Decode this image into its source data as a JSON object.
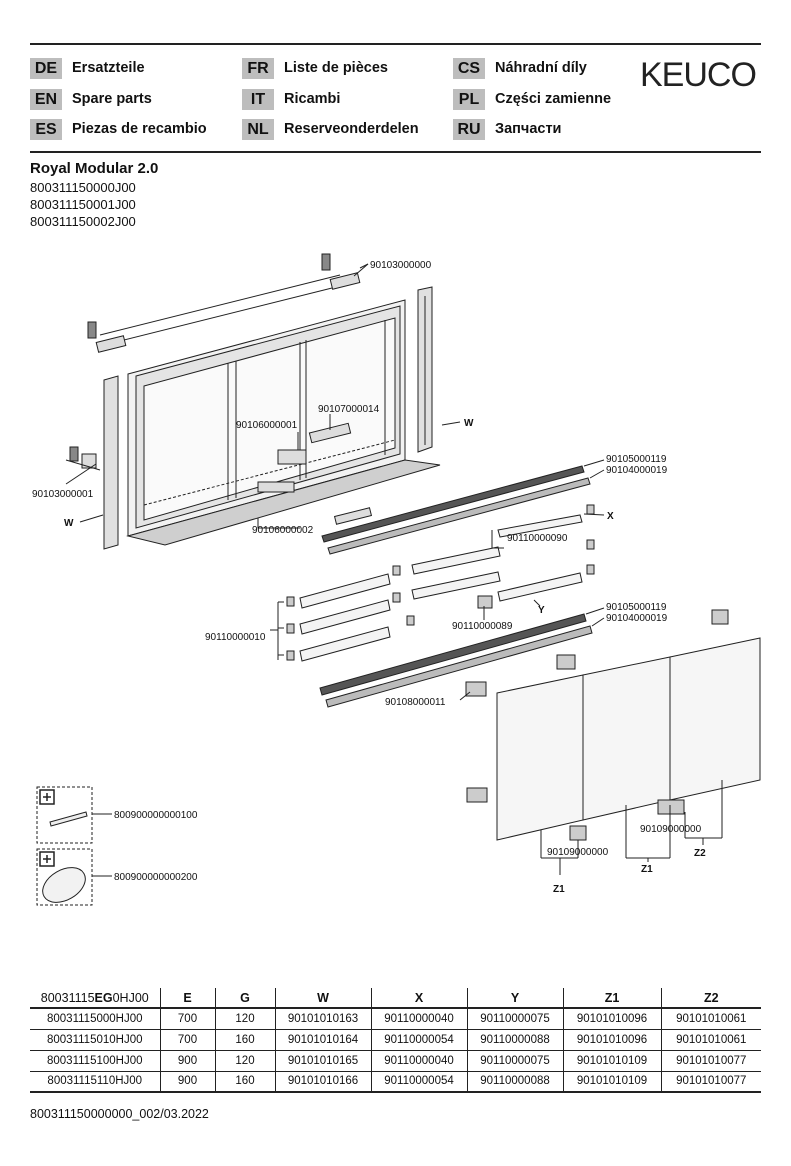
{
  "brand": "KEUCO",
  "languages": [
    {
      "code": "DE",
      "name": "Ersatzteile"
    },
    {
      "code": "FR",
      "name": "Liste de pièces"
    },
    {
      "code": "CS",
      "name": "Náhradní díly"
    },
    {
      "code": "EN",
      "name": "Spare parts"
    },
    {
      "code": "IT",
      "name": "Ricambi"
    },
    {
      "code": "PL",
      "name": "Części zamienne"
    },
    {
      "code": "ES",
      "name": "Piezas de recambio"
    },
    {
      "code": "NL",
      "name": "Reserveonderdelen"
    },
    {
      "code": "RU",
      "name": "Запчасти"
    }
  ],
  "product": {
    "title": "Royal Modular 2.0",
    "numbers": [
      "800311150000J00",
      "800311150001J00",
      "800311150002J00"
    ]
  },
  "diagram_labels": {
    "top_mount": "90103000000",
    "left_mount": "90103000001",
    "w_right": "W",
    "w_left": "W",
    "inner_1": "90106000001",
    "inner_2": "90107000014",
    "inner_3": "90106000002",
    "rail_top_1": "90105000119",
    "rail_top_2": "90104000019",
    "x": "X",
    "shelf_clip_1": "90110000090",
    "shelf_clip_2": "90110000089",
    "y": "Y",
    "shelf_group": "90110000010",
    "rail_bottom_1": "90105000119",
    "rail_bottom_2": "90104000019",
    "hinge": "90108000011",
    "door_bracket_1": "90109000000",
    "door_bracket_2": "90109000000",
    "z1_a": "Z1",
    "z1_b": "Z1",
    "z2": "Z2",
    "accessory_1": "800900000000100",
    "accessory_2": "800900000000200"
  },
  "table": {
    "headers": [
      "80031115EG0HJ00",
      "E",
      "G",
      "W",
      "X",
      "Y",
      "Z1",
      "Z2"
    ],
    "header_first_parts": [
      "80031115",
      "EG",
      "0HJ00"
    ],
    "rows": [
      [
        "80031115000HJ00",
        "700",
        "120",
        "90101010163",
        "90110000040",
        "90110000075",
        "90101010096",
        "90101010061"
      ],
      [
        "80031115010HJ00",
        "700",
        "160",
        "90101010164",
        "90110000054",
        "90110000088",
        "90101010096",
        "90101010061"
      ],
      [
        "80031115100HJ00",
        "900",
        "120",
        "90101010165",
        "90110000040",
        "90110000075",
        "90101010109",
        "90101010077"
      ],
      [
        "80031115110HJ00",
        "900",
        "160",
        "90101010166",
        "90110000054",
        "90110000088",
        "90101010109",
        "90101010077"
      ]
    ]
  },
  "footer_code": "800311150000000_002/03.2022"
}
